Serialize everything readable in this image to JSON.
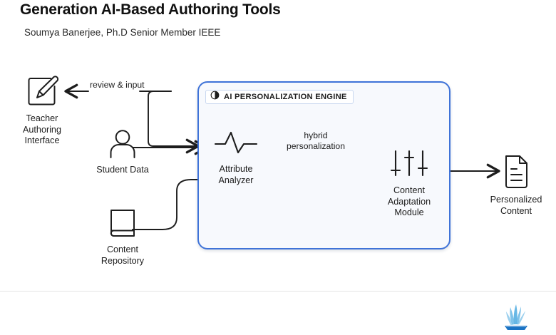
{
  "slide": {
    "title": "Generation AI-Based Authoring Tools",
    "subtitle": "Soumya Banerjee, Ph.D Senior Member IEEE"
  },
  "engine": {
    "badge_label": "AI PERSONALIZATION ENGINE",
    "badge_icon": "half-circle-contrast-icon",
    "border_color": "#3f73d8",
    "fill_color": "#f7f9fd"
  },
  "nodes": [
    {
      "id": "teacher-authoring-interface",
      "label": "Teacher\nAuthoring\nInterface",
      "icon": "pencil-edit-square-icon"
    },
    {
      "id": "student-data",
      "label": "Student Data",
      "icon": "person-icon"
    },
    {
      "id": "content-repository",
      "label": "Content\nRepository",
      "icon": "book-database-icon"
    },
    {
      "id": "attribute-analyzer",
      "label": "Attribute\nAnalyzer",
      "icon": "pulse-waveform-icon"
    },
    {
      "id": "content-adaptation-module",
      "label": "Content\nAdaptation\nModule",
      "icon": "sliders-tuning-icon"
    },
    {
      "id": "personalized-content",
      "label": "Personalized\nContent",
      "icon": "document-lines-icon"
    }
  ],
  "edges": [
    {
      "id": "review-input",
      "label": "review & input",
      "from": "content-adaptation-module",
      "to": "teacher-authoring-interface"
    },
    {
      "id": "hybrid-personalization",
      "label": "hybrid\npersonalization",
      "from": "content-adaptation-module",
      "to": "attribute-analyzer"
    },
    {
      "id": "student-to-analyzer",
      "label": "",
      "from": "student-data",
      "to": "attribute-analyzer"
    },
    {
      "id": "repository-to-adaptation",
      "label": "",
      "from": "content-repository",
      "to": "content-adaptation-module"
    },
    {
      "id": "analyzer-to-adaptation",
      "label": "",
      "from": "attribute-analyzer",
      "to": "content-adaptation-module"
    },
    {
      "id": "adaptation-to-output",
      "label": "",
      "from": "content-adaptation-module",
      "to": "personalized-content"
    }
  ],
  "footer": {
    "logo_icon": "blue-fan-feather-logo",
    "logo_color": "#3a9ad9"
  }
}
